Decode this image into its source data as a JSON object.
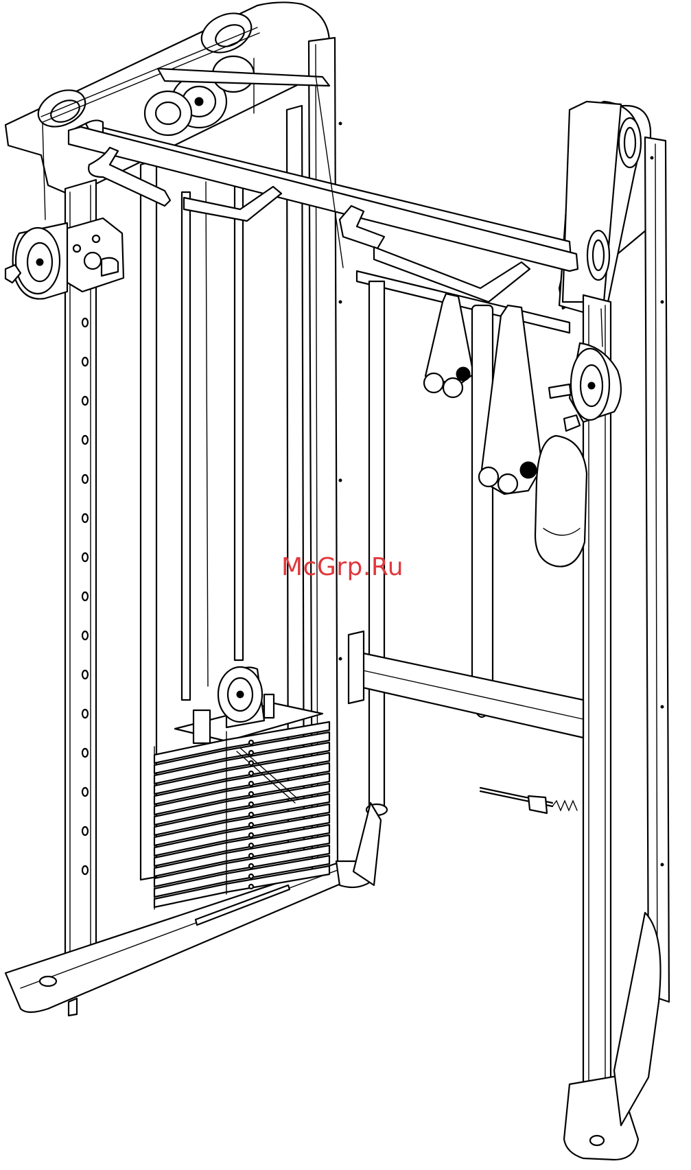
{
  "watermark": {
    "text": "McGrp.Ru",
    "color": "#e0383c"
  },
  "colors": {
    "line": "#000000",
    "background": "#ffffff"
  },
  "weight_stack": {
    "plate_count": 15
  },
  "left_column": {
    "adjustment_hole_count": 15
  }
}
